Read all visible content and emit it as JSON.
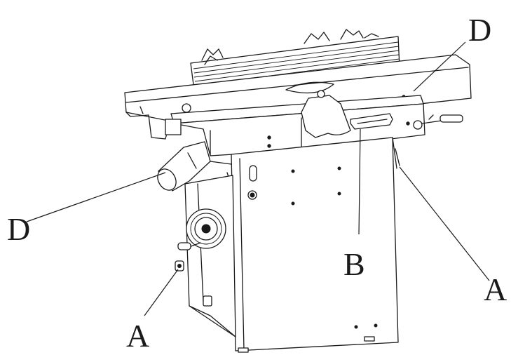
{
  "callouts": {
    "d_top": "D",
    "d_left": "D",
    "b": "B",
    "a_left": "A",
    "a_right": "A"
  },
  "colors": {
    "line": "#1a1a1a",
    "background": "#ffffff"
  }
}
